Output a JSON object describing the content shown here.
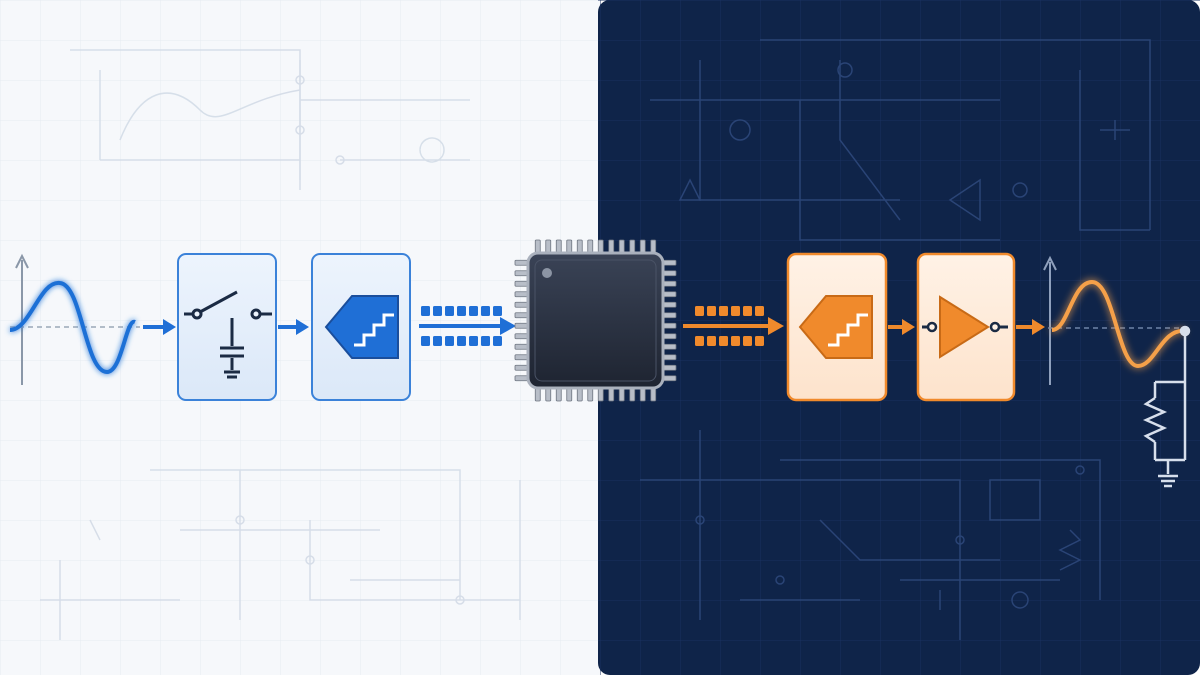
{
  "palette": {
    "left_bg": "#f6f8fb",
    "right_bg": "#0f2449",
    "input_accent": "#1f6fd6",
    "output_accent": "#f08a2c",
    "chip_body": "#262d3c",
    "pin": "#b8bec8"
  },
  "blocks": [
    {
      "id": "sample-and-hold",
      "icon": "switch-capacitor-icon",
      "side": "input"
    },
    {
      "id": "adc",
      "icon": "adc-staircase-icon",
      "side": "input"
    },
    {
      "id": "microcontroller",
      "icon": "chip-icon",
      "side": "center"
    },
    {
      "id": "dac",
      "icon": "dac-staircase-icon",
      "side": "output"
    },
    {
      "id": "amplifier",
      "icon": "op-amp-icon",
      "side": "output"
    },
    {
      "id": "load",
      "icon": "resistor-ground-icon",
      "side": "output"
    }
  ],
  "signals": {
    "input": "analog-sine-wave",
    "digital_in": "digital-bit-stream",
    "digital_out": "digital-bit-stream",
    "output": "analog-sine-wave"
  }
}
